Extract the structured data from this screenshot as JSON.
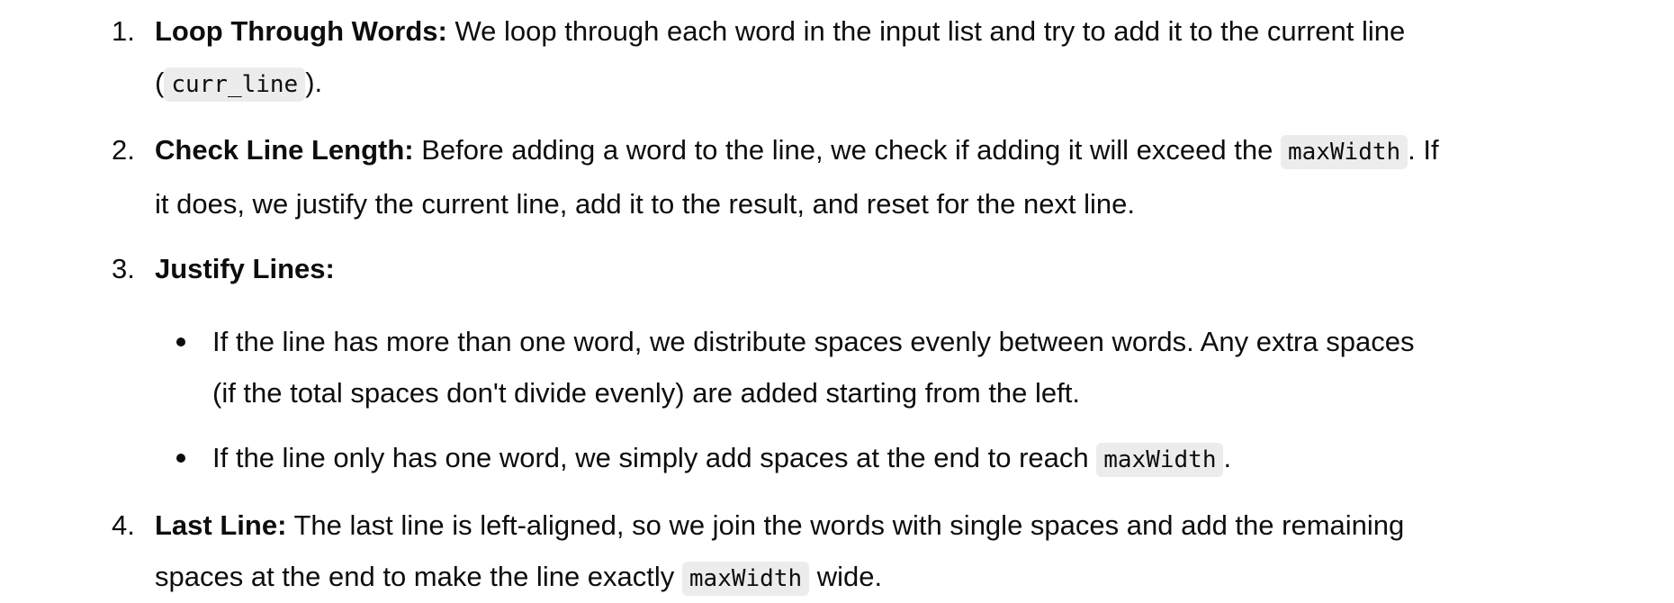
{
  "list": {
    "items": [
      {
        "number": "1.",
        "title": "Loop Through Words:",
        "text_a": " We loop through each word in the input list and try to add it to the current line (",
        "code_a": "curr_line",
        "text_b": ")."
      },
      {
        "number": "2.",
        "title": "Check Line Length:",
        "text_a": " Before adding a word to the line, we check if adding it will exceed the ",
        "code_a": "maxWidth",
        "text_b": ". If it does, we justify the current line, add it to the result, and reset for the next line."
      },
      {
        "number": "3.",
        "title": "Justify Lines:",
        "bullets": [
          {
            "text_a": "If the line has more than one word, we distribute spaces evenly between words. Any extra spaces (if the total spaces don't divide evenly) are added starting from the left."
          },
          {
            "text_a": "If the line only has one word, we simply add spaces at the end to reach ",
            "code_a": "maxWidth",
            "text_b": "."
          }
        ]
      },
      {
        "number": "4.",
        "title": "Last Line:",
        "text_a": " The last line is left-aligned, so we join the words with single spaces and add the remaining spaces at the end to make the line exactly ",
        "code_a": "maxWidth",
        "text_b": " wide."
      }
    ]
  }
}
